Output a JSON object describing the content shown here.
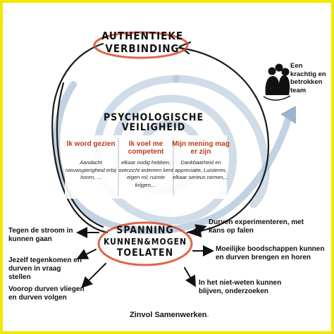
{
  "colors": {
    "frame": "#f2e900",
    "accent_red": "#d94a2a",
    "heading_red": "#c0391b",
    "spiral_blue": "#a9bfd6",
    "brand_dot": "#3aa6d8"
  },
  "top": {
    "title_line1": "AUTHENTIEKE",
    "title_line2": "VERBINDING"
  },
  "middle": {
    "title": "PSYCHOLOGISCHE VEILIGHEID",
    "columns": [
      {
        "heading": "Ik word gezien",
        "body": "Aandacht nieuwsgierigheid erbij horen, ..."
      },
      {
        "heading": "Ik voel me competent",
        "body": "elkaar nodig hebben, overzicht iedereen kent eigen rol, ruimte krijgen,..."
      },
      {
        "heading": "Mijn mening mag er zijn",
        "body": "Dankbaarheid en appreciatie, Luisteren, elkaar serieus nemen,..."
      }
    ]
  },
  "team": {
    "label": "Een krachtig en betrokken team",
    "icon": "people-group-icon"
  },
  "bottom": {
    "line1": "SPANNING",
    "line2": "KUNNEN&MOGEN",
    "line3": "TOELATEN"
  },
  "left_items": [
    "Tegen de stroom in kunnen gaan",
    "Jezelf tegenkomen en durven in vraag stellen",
    "Voorop durven vliegen en durven volgen"
  ],
  "right_items": [
    "Durven experimenteren, met kans op falen",
    "Moeilijke boodschappen kunnen en durven brengen en horen",
    "In het niet-weten kunnen blijven, onderzoeken"
  ],
  "brand": {
    "name": "Zinvol Samenwerken",
    "dot": "."
  }
}
